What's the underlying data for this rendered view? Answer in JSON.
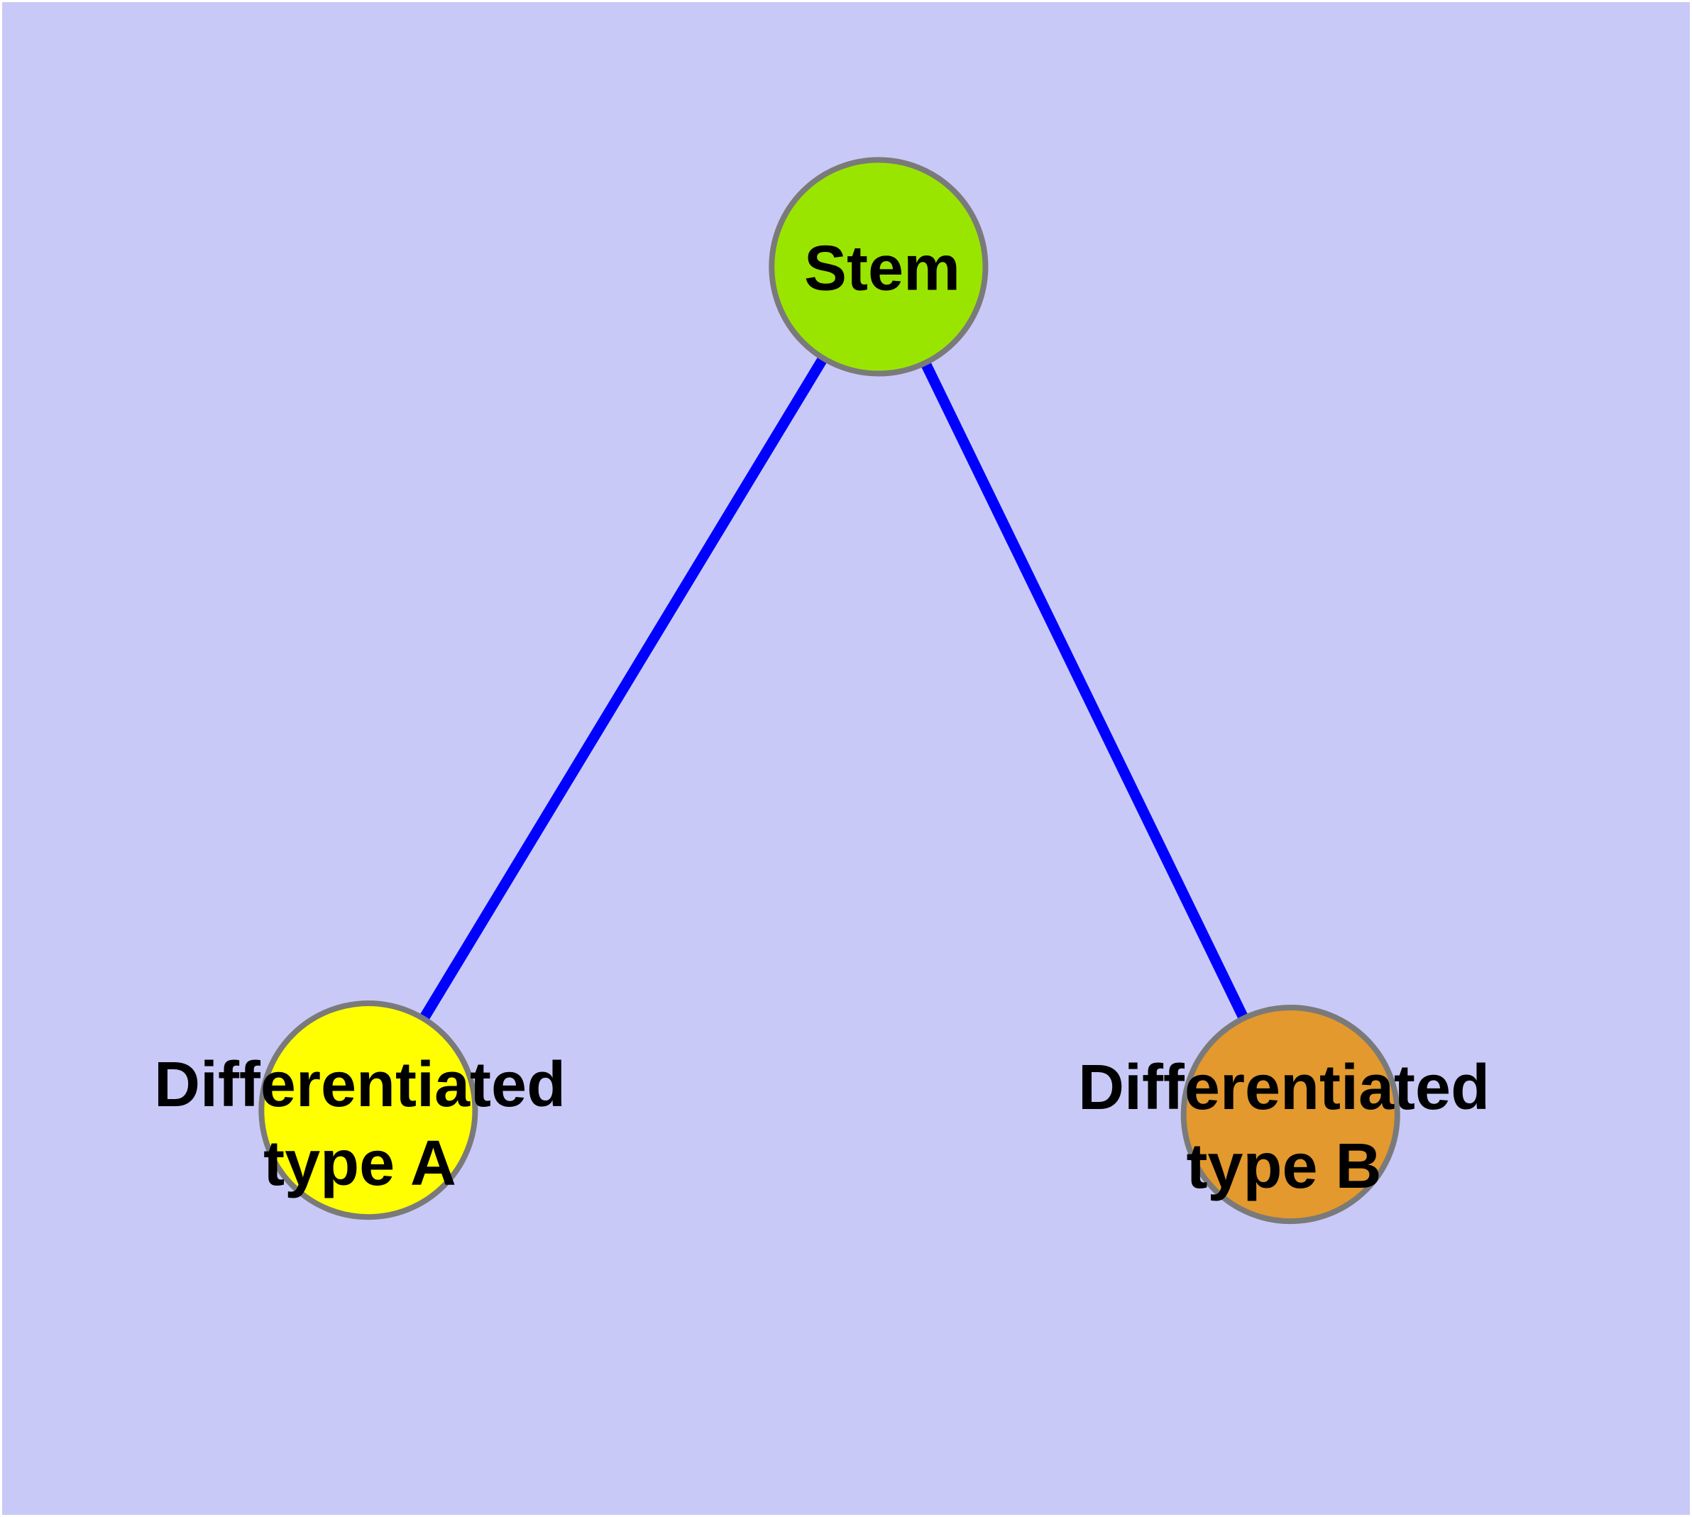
{
  "canvas": {
    "background": "#C9C9F8",
    "margin_color": "#FFFFFF"
  },
  "graph": {
    "edges": {
      "color": "#0000FF",
      "width": "15",
      "list": [
        {
          "from": "Stem",
          "to": "Differentiated type A"
        },
        {
          "from": "Stem",
          "to": "Differentiated type B"
        }
      ]
    },
    "nodes": {
      "stem": {
        "label": "Stem",
        "fill": "#9AE500",
        "border": "#7A7A7A",
        "border_width": "8",
        "text_color": "#000000"
      },
      "type_a": {
        "label_lines": {
          "0": "Differentiated",
          "1": "type A"
        },
        "fill": "#FFFF00",
        "border": "#7A7A7A",
        "border_width": "8",
        "text_color": "#000000"
      },
      "type_b": {
        "label_lines": {
          "0": "Differentiated",
          "1": "type B"
        },
        "fill": "#E3992D",
        "border": "#7A7A7A",
        "border_width": "8",
        "text_color": "#000000"
      }
    }
  }
}
